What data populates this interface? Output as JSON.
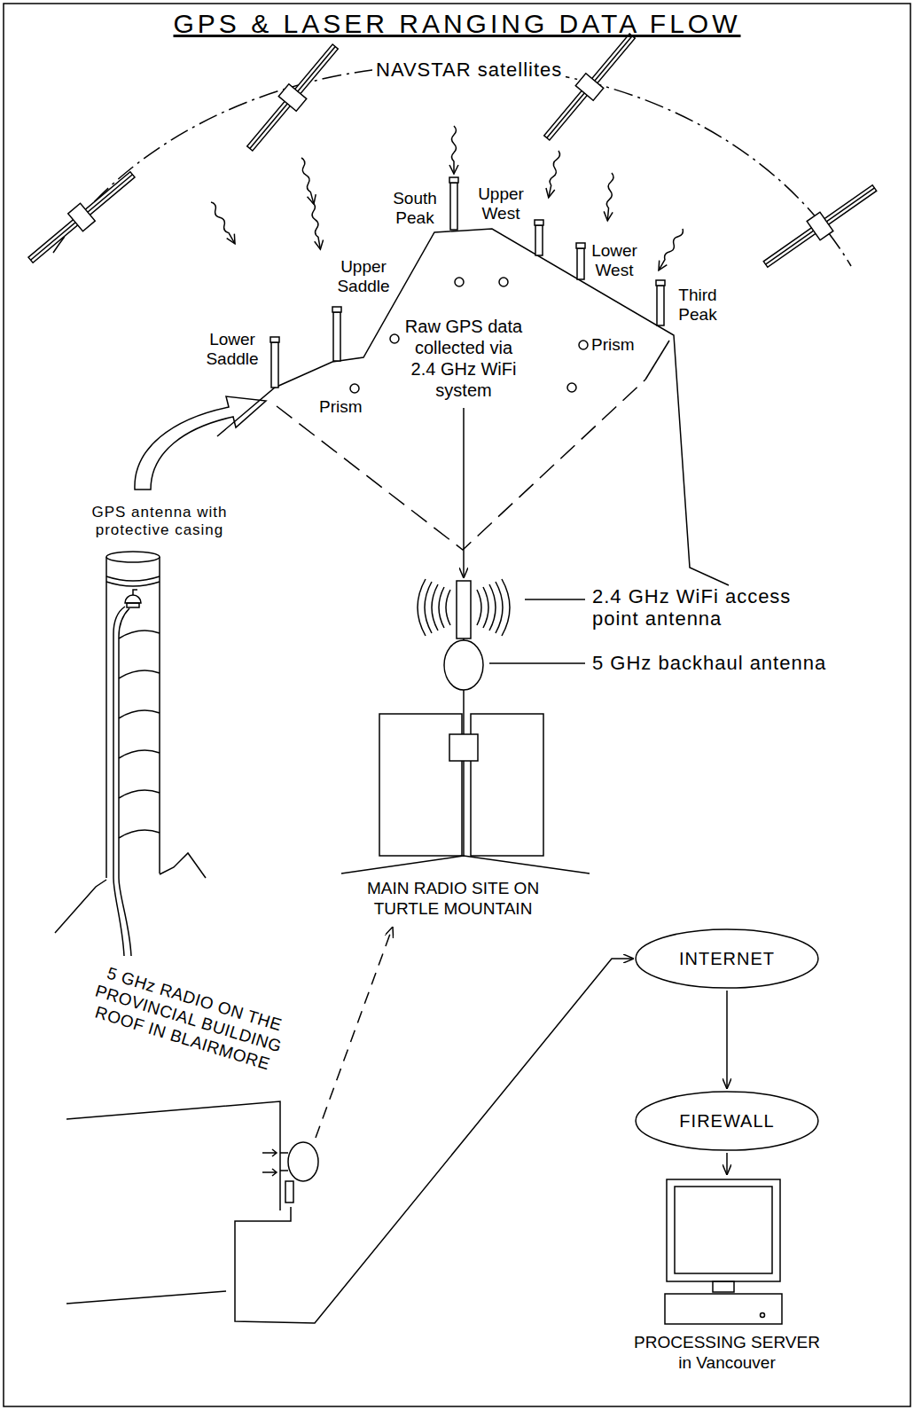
{
  "diagram": {
    "title": "GPS & LASER RANGING DATA FLOW",
    "nodes": [
      {
        "text": [
          "Raw GPS data collected via 2.4 GHz WiFi system"
        ]
      },
      {
        "text": [
          "MAIN RADIO SITE ON TURTLE MOUNTAIN"
        ]
      },
      {
        "text": [
          "5 GHz RADIO ON THE PROVINCIAL BUILDING ROOF IN BLAIRMORE"
        ]
      },
      {
        "text": [
          "INTERNET"
        ]
      },
      {
        "text": [
          "FIREWALL"
        ]
      },
      {
        "text": [
          "PROCESSING SERVER in Vancouver"
        ]
      }
    ],
    "edges": [
      {
        "from": 0,
        "to": 1,
        "arrow": "to"
      },
      {
        "from": 2,
        "to": 1,
        "arrow": "to"
      },
      {
        "from": 2,
        "to": 3,
        "arrow": "to"
      },
      {
        "from": 3,
        "to": 4,
        "arrow": "to"
      },
      {
        "from": 4,
        "to": 5,
        "arrow": "to"
      }
    ],
    "labels": [
      "NAVSTAR satellites",
      "South Peak",
      "Upper West",
      "Upper Saddle",
      "Lower West",
      "Lower Saddle",
      "Third Peak",
      "Prism",
      "Prism",
      "GPS antenna with protective casing",
      "2.4 GHz WiFi access point antenna",
      "5 GHz backhaul antenna"
    ]
  }
}
